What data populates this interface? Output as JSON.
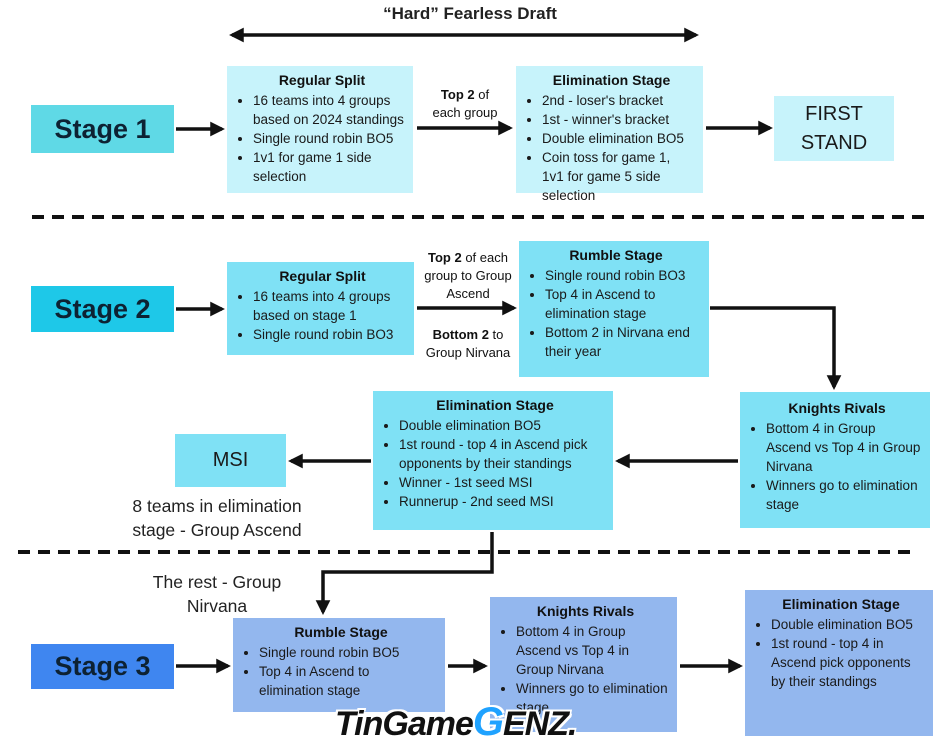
{
  "title": "“Hard” Fearless Draft",
  "stage1": {
    "label": "Stage 1",
    "regular_split": {
      "title": "Regular Split",
      "items": [
        "16 teams into 4 groups based on 2024 standings",
        "Single round robin BO5",
        "1v1 for game 1 side selection"
      ]
    },
    "transition_bold": "Top 2",
    "transition_rest_a": " of",
    "transition_rest_b": "each group",
    "elimination": {
      "title": "Elimination Stage",
      "items": [
        "2nd - loser's bracket",
        "1st - winner's bracket",
        "Double elimination BO5",
        "Coin toss for game 1, 1v1 for game 5 side selection"
      ]
    },
    "destination_line1": "FIRST",
    "destination_line2": "STAND"
  },
  "stage2": {
    "label": "Stage 2",
    "regular_split": {
      "title": "Regular Split",
      "items": [
        "16 teams into 4 groups based on stage 1",
        "Single round robin BO3"
      ]
    },
    "top_bold": "Top 2",
    "top_rest": " of each group to Group Ascend",
    "bottom_bold": "Bottom 2",
    "bottom_rest": " to Group Nirvana",
    "rumble": {
      "title": "Rumble Stage",
      "items": [
        "Single round robin BO3",
        "Top 4 in Ascend to elimination stage",
        "Bottom 2 in Nirvana end their year"
      ]
    },
    "knights": {
      "title": "Knights Rivals",
      "items": [
        "Bottom 4 in Group Ascend vs Top 4 in Group Nirvana",
        "Winners go to elimination stage"
      ]
    },
    "elimination": {
      "title": "Elimination Stage",
      "items": [
        "Double elimination BO5",
        "1st round - top 4 in Ascend pick opponents by their standings",
        "Winner - 1st seed MSI",
        "Runnerup - 2nd seed MSI"
      ]
    },
    "destination": "MSI",
    "ascend_note": "8 teams in elimination stage - Group Ascend"
  },
  "stage3": {
    "label": "Stage 3",
    "rest_note": "The rest - Group Nirvana",
    "rumble": {
      "title": "Rumble Stage",
      "items": [
        "Single round robin BO5",
        "Top 4 in Ascend to elimination stage"
      ]
    },
    "knights": {
      "title": "Knights Rivals",
      "items": [
        "Bottom 4 in Group Ascend vs Top 4 in Group Nirvana",
        "Winners go to elimination stage"
      ]
    },
    "elimination": {
      "title": "Elimination Stage",
      "items": [
        "Double elimination BO5",
        "1st round - top 4 in Ascend pick opponents by their standings"
      ]
    }
  },
  "watermark": {
    "part1": "TinGame",
    "part2": "G",
    "part3": "ENZ."
  },
  "colors": {
    "stage1_box": "#c7f3fb",
    "stage2_box": "#7fe1f5",
    "stage3_box": "#93b7ee",
    "stage1_label": "#5fd9e6",
    "stage2_label": "#1ec8e8",
    "stage3_label": "#3f86f0",
    "arrow": "#111111"
  }
}
